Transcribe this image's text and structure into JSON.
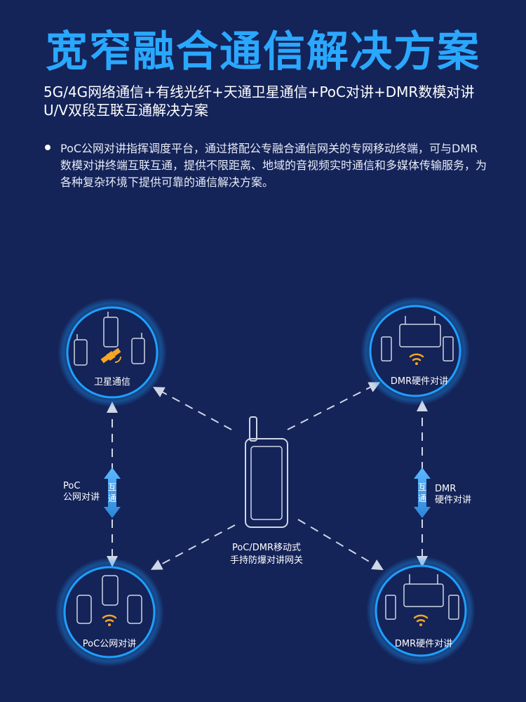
{
  "title": "宽窄融合通信解决方案",
  "subtitle": "5G/4G网络通信+有线光纤+天通卫星通信+PoC对讲+DMR数模对讲U/V双段互联互通解决方案",
  "description": "PoC公网对讲指挥调度平台，通过搭配公专融合通信网关的专网移动终端，可与DMR数模对讲终端互联互通，提供不限距离、地域的音视频实时通信和多媒体传输服务，为各种复杂环境下提供可靠的通信解决方案。",
  "nodes": {
    "satellite": "卫星通信",
    "dmr_top": "DMR硬件对讲",
    "poc_bottom": "PoC公网对讲",
    "dmr_bottom": "DMR硬件对讲",
    "center_line1": "PoC/DMR移动式",
    "center_line2": "手持防爆对讲网关"
  },
  "links": {
    "left_char1": "互",
    "left_char2": "通",
    "left_label1": "PoC",
    "left_label2": "公网对讲",
    "right_char1": "互",
    "right_char2": "通",
    "right_label1": "DMR",
    "right_label2": "硬件对讲"
  },
  "colors": {
    "background": "#142358",
    "title": "#2aa8ff",
    "ring": "#1ea0ff",
    "accent": "#f5a623",
    "dash": "#cfd6e6"
  }
}
